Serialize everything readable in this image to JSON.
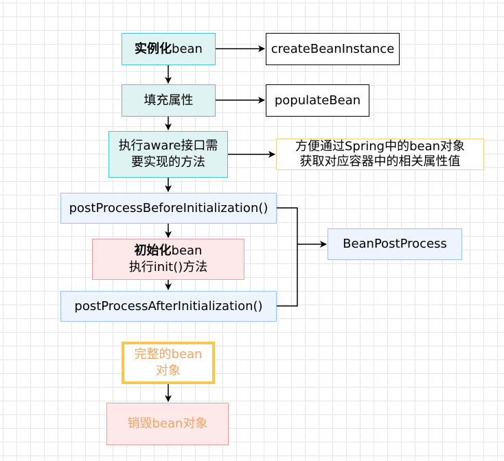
{
  "nodes": {
    "instantiate": {
      "bold": "实例化",
      "text": "bean"
    },
    "create_instance": {
      "text": "createBeanInstance"
    },
    "populate": {
      "text": "填充属性"
    },
    "populate_bean": {
      "text": "populateBean"
    },
    "aware": {
      "line1": "执行aware接口需",
      "line2": "要实现的方法"
    },
    "aware_note": {
      "line1": "方便通过Spring中的bean对象",
      "line2": "获取对应容器中的相关属性值"
    },
    "before_init": {
      "text": "postProcessBeforeInitialization()"
    },
    "init": {
      "bold": "初始化",
      "text": "bean",
      "line2": "执行init()方法"
    },
    "after_init": {
      "text": "postProcessAfterInitialization()"
    },
    "bean_post_process": {
      "text": "BeanPostProcess"
    },
    "complete": {
      "line1": "完整的bean",
      "line2": "对象"
    },
    "destroy": {
      "text": "销毁bean对象"
    }
  },
  "colors": {
    "grid": "#e6e6e6",
    "cyan_fill": "#dff3f3",
    "cyan_border": "#44c9d1",
    "blue_fill": "#eef4fd",
    "blue_border": "#9bbff0",
    "pink_fill": "#fde8ea",
    "pink_border": "#f19aa1",
    "gold_border": "#f5c74f",
    "yellow_border": "#f7d07a",
    "orange_text": "#f0a560",
    "connector": "#000000"
  }
}
